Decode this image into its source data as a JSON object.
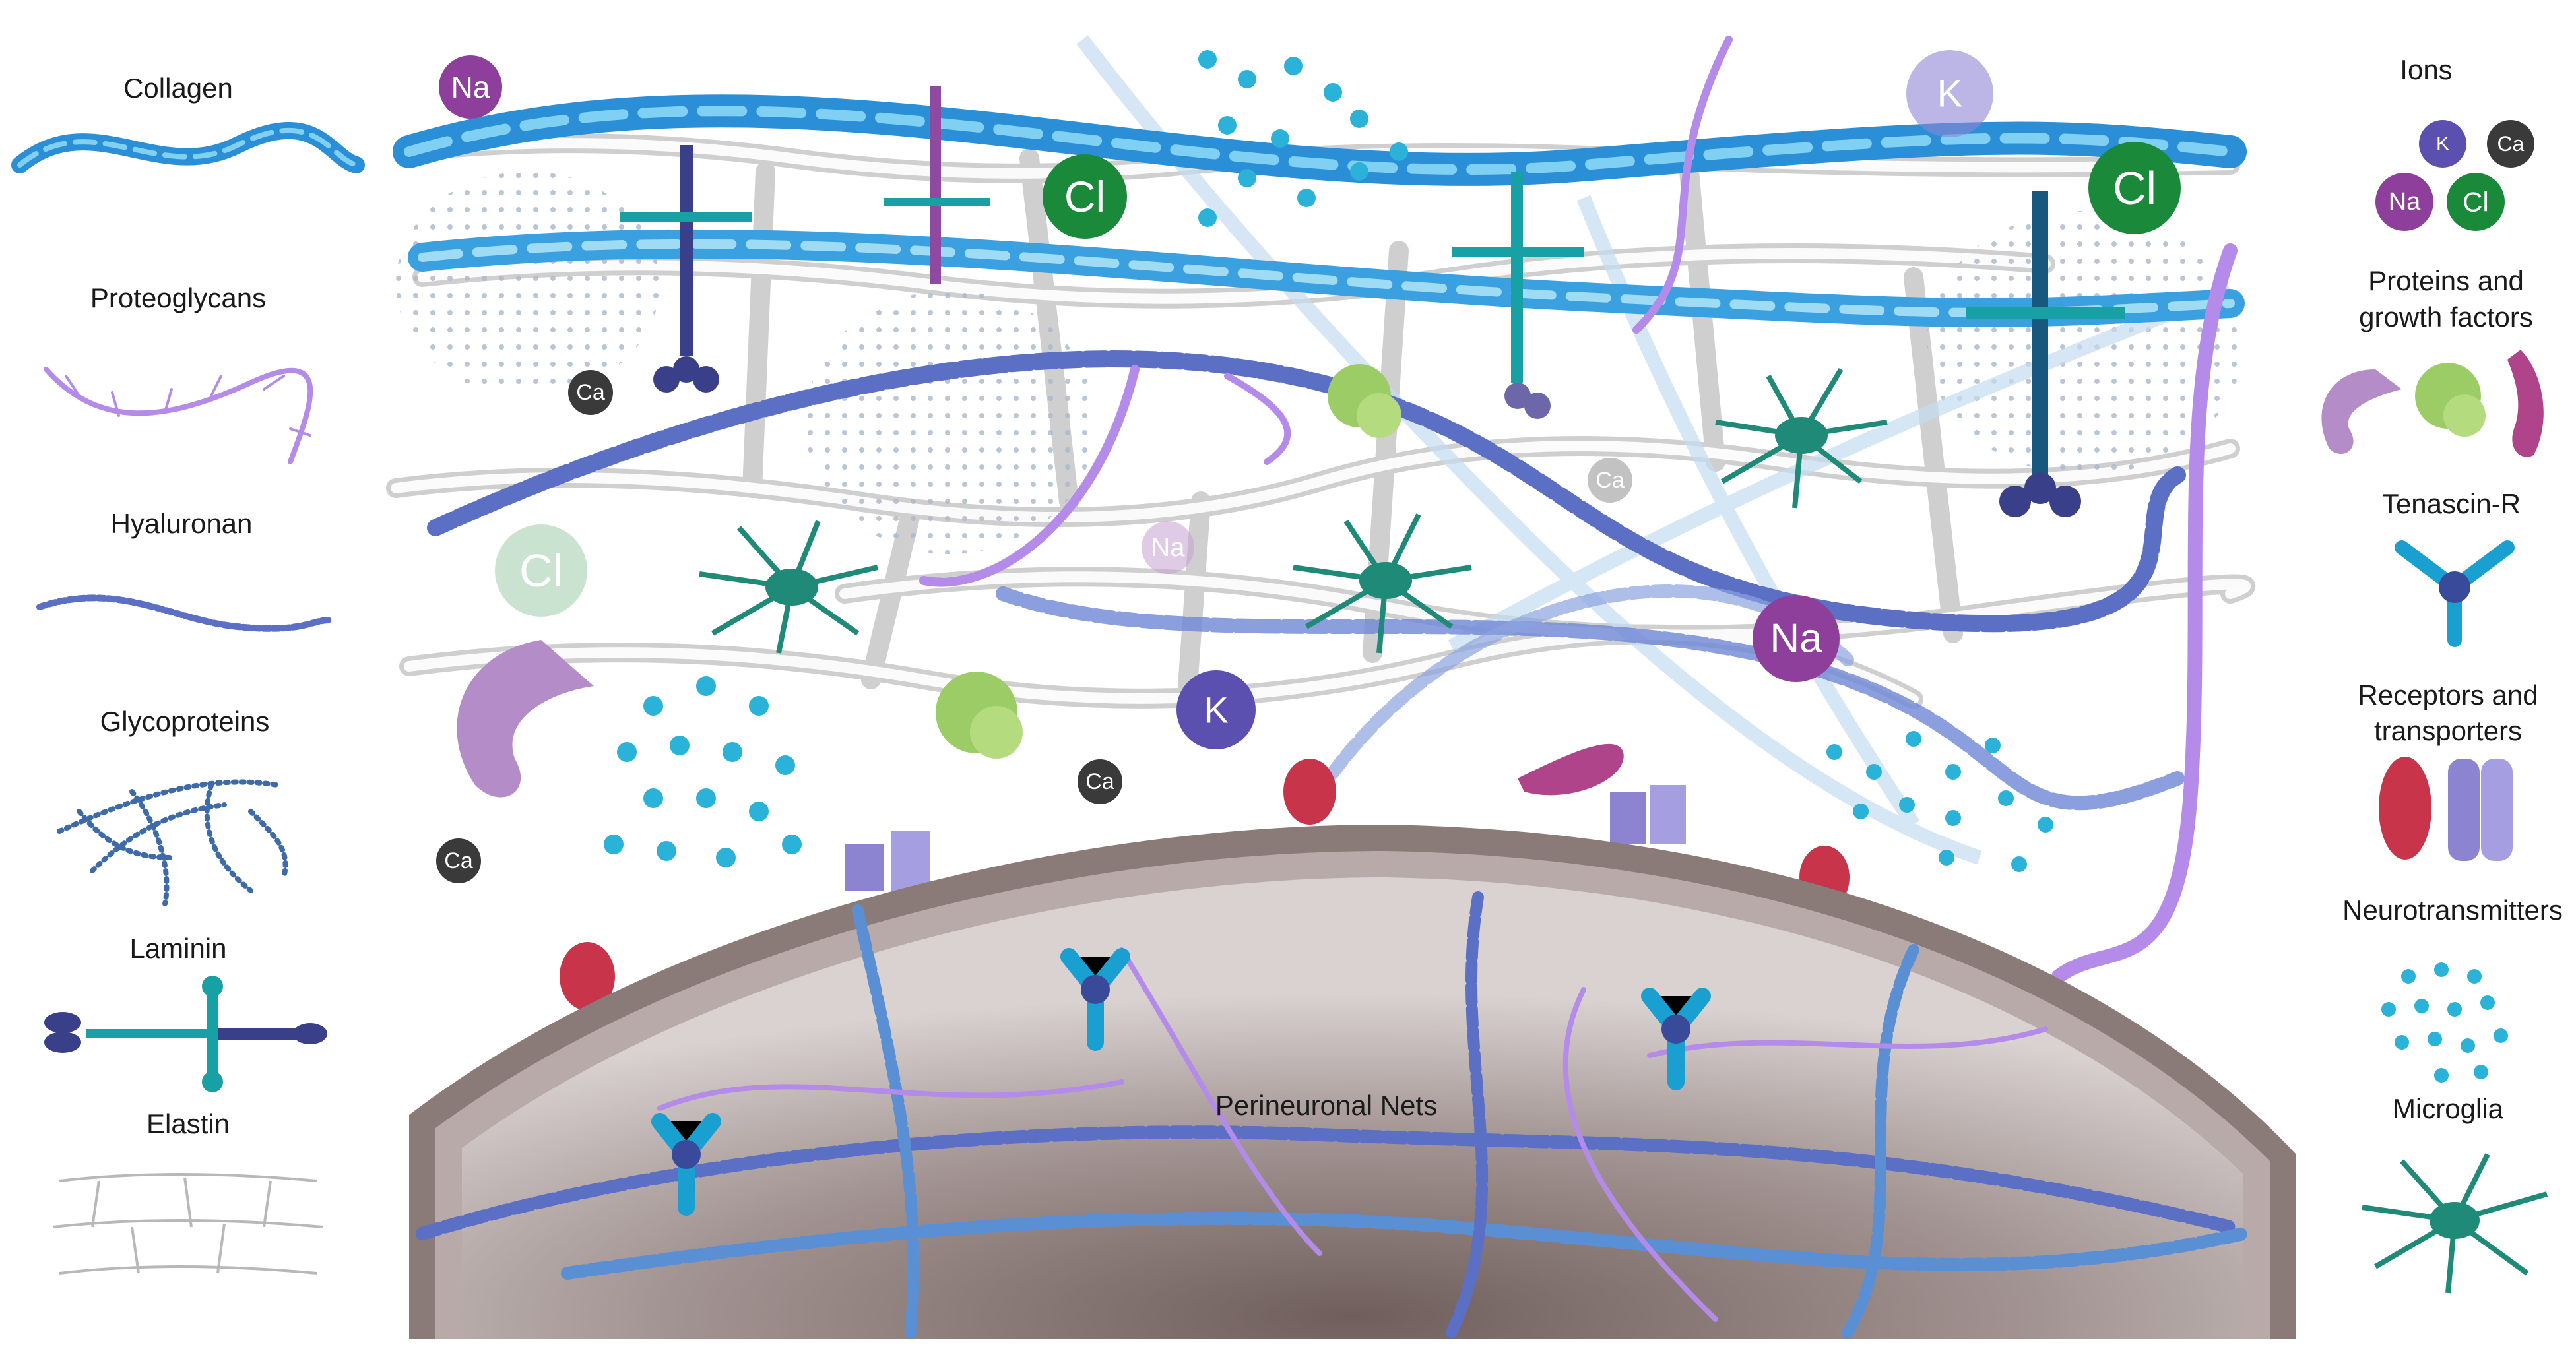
{
  "legend_left": {
    "collagen": "Collagen",
    "proteoglycans": "Proteoglycans",
    "hyaluronan": "Hyaluronan",
    "glycoproteins": "Glycoproteins",
    "laminin": "Laminin",
    "elastin": "Elastin"
  },
  "legend_right": {
    "ions": "Ions",
    "proteins_line1": "Proteins and",
    "proteins_line2": "growth factors",
    "tenascin": "Tenascin-R",
    "receptors_line1": "Receptors and",
    "receptors_line2": "transporters",
    "neurotransmitters": "Neurotransmitters",
    "microglia": "Microglia"
  },
  "ions": {
    "na": "Na",
    "k": "K",
    "cl": "Cl",
    "ca": "Ca"
  },
  "center_label": "Perineuronal Nets",
  "colors": {
    "collagen": "#2a8fd6",
    "proteoglycan": "#b48be8",
    "hyaluronan": "#5b6fc4",
    "glycoprotein": "#3d6aa8",
    "laminin": "#3a3f8a",
    "elastin": "#c8c8c8",
    "na": "#8e3f9c",
    "k": "#5b4fb0",
    "cl": "#1a8a3a",
    "ca": "#3a3a3a",
    "microglia": "#1f8a78",
    "protein_green": "#9ccc65",
    "protein_purple": "#b48cc8",
    "protein_magenta": "#b0448a",
    "receptor_red": "#c8344a",
    "receptor_purple": "#8c84d0",
    "neuron": "#8a7a78"
  }
}
